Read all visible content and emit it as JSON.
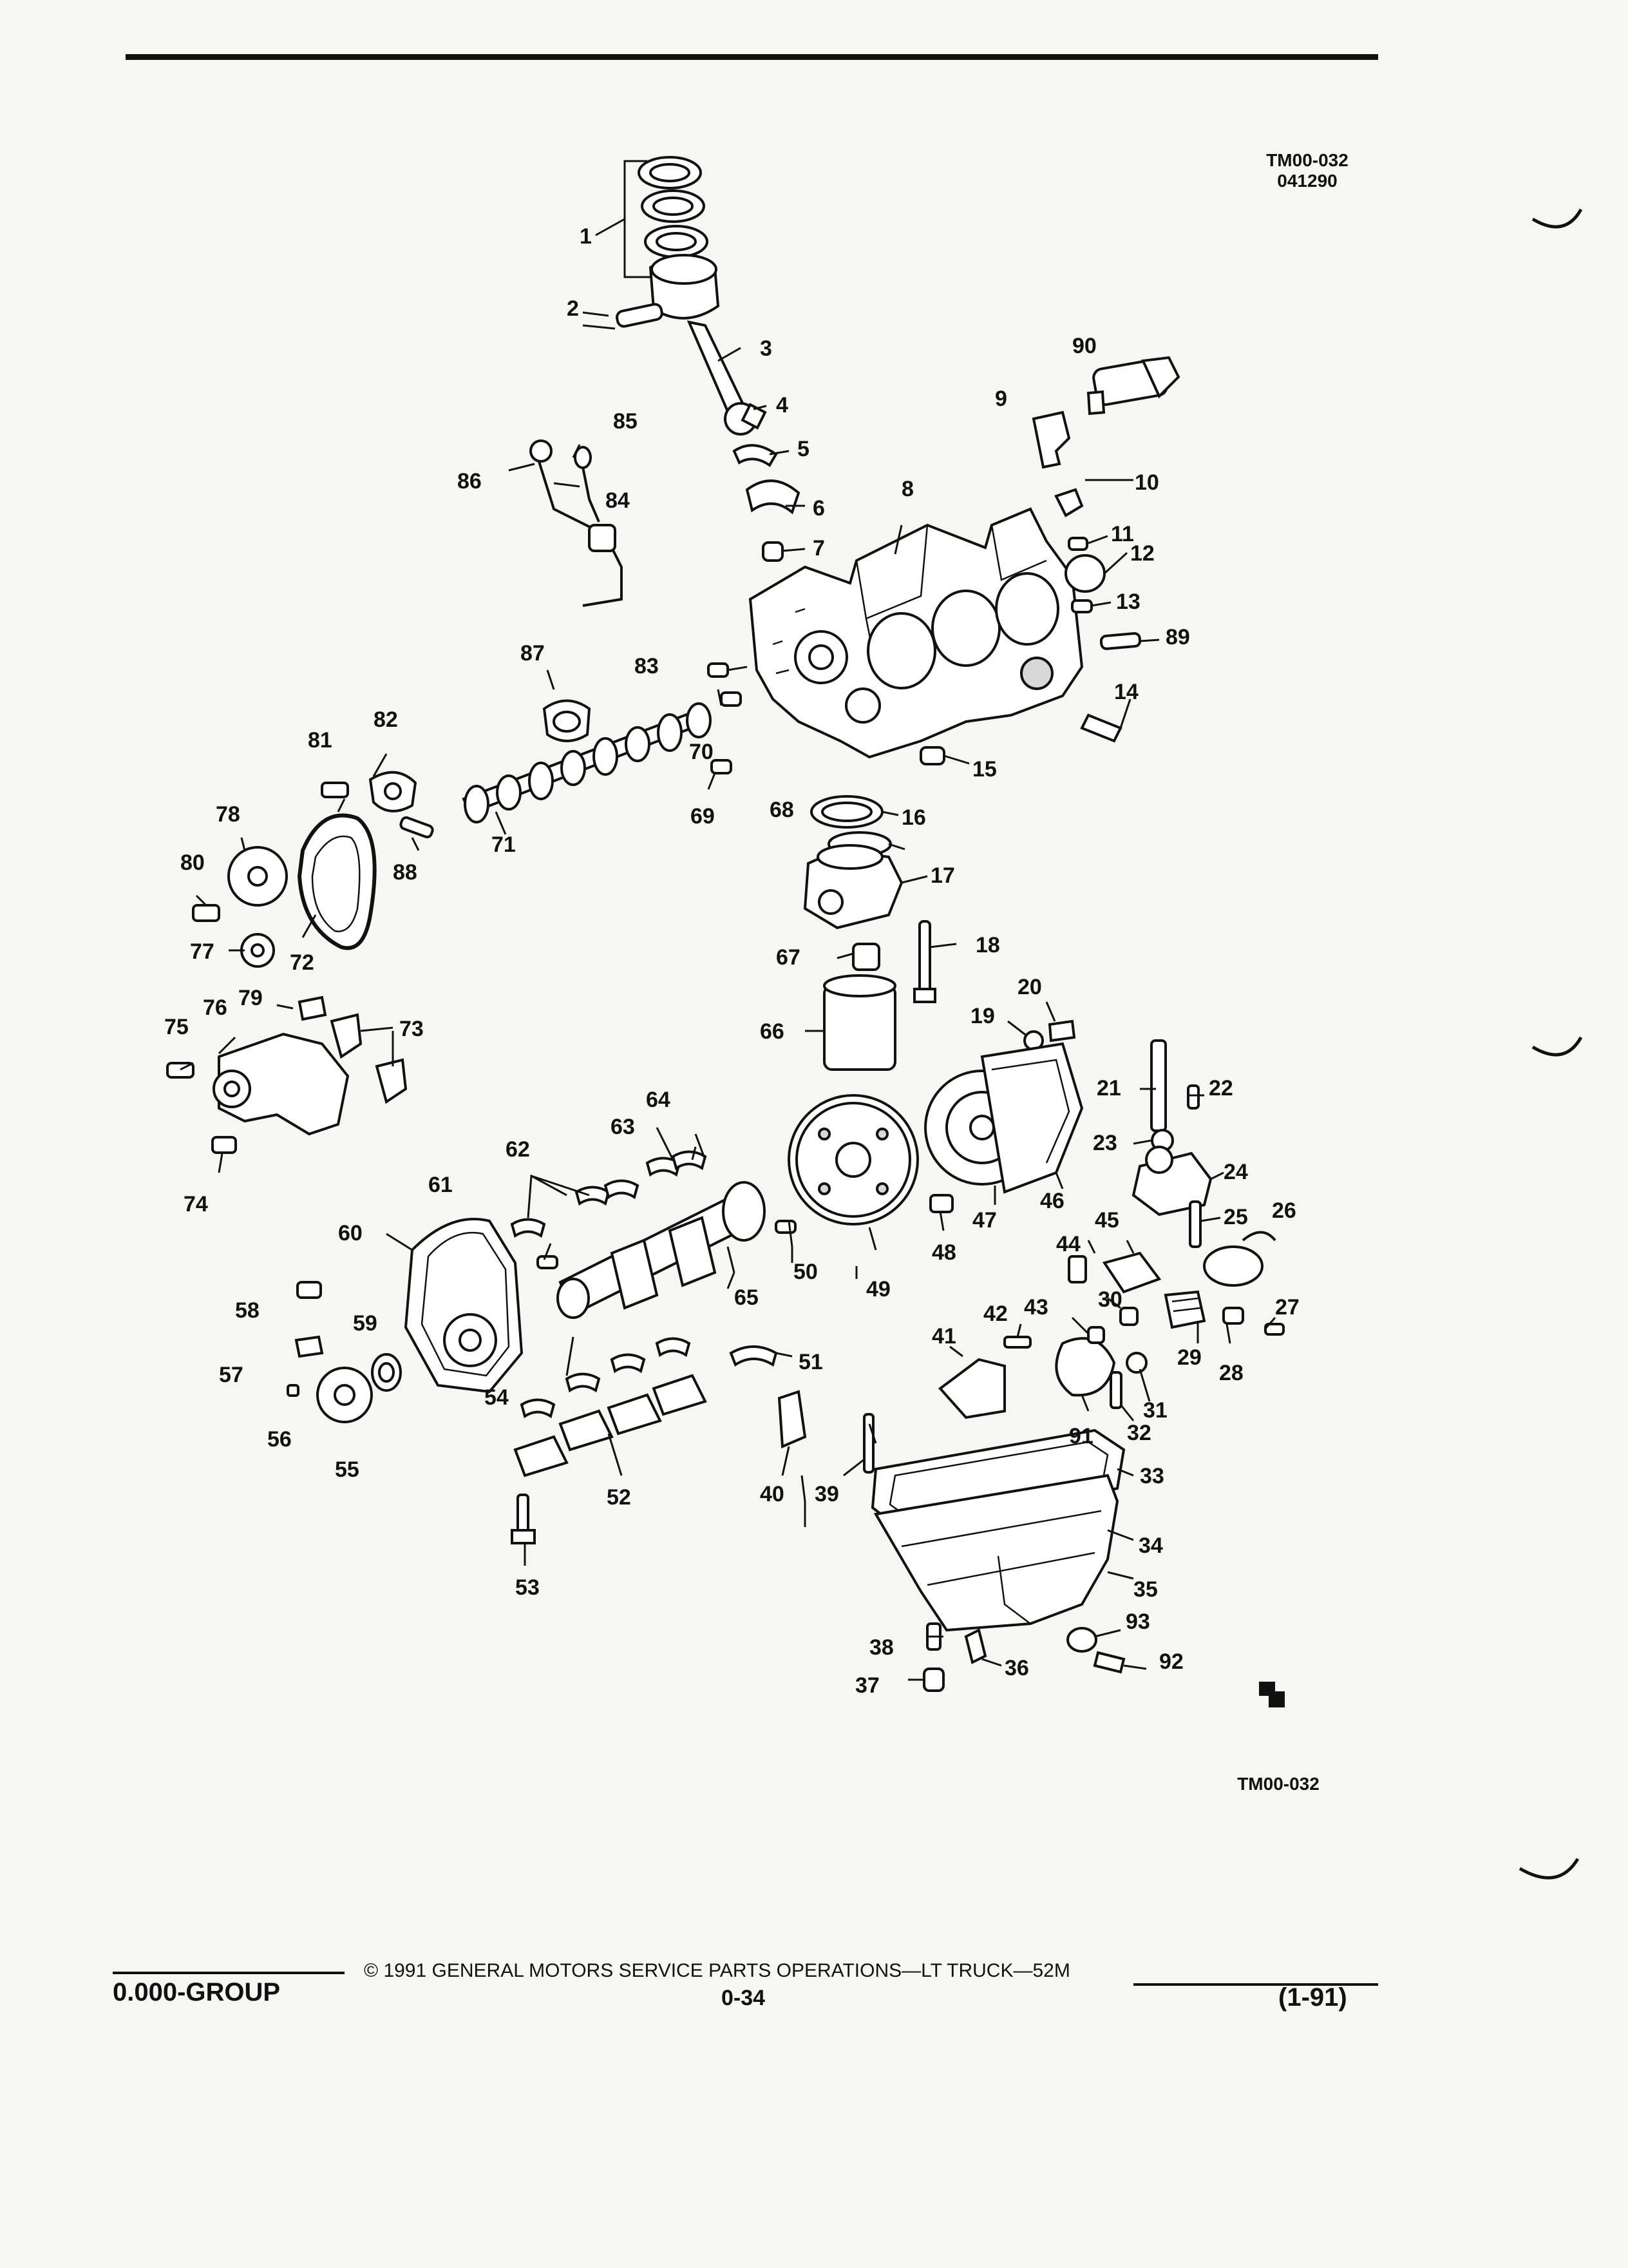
{
  "header": {
    "code_top": "TM00-032",
    "code_date": "041290"
  },
  "figure": {
    "code_bottom": "TM00-032",
    "callouts": [
      "1",
      "2",
      "3",
      "4",
      "5",
      "6",
      "7",
      "8",
      "9",
      "10",
      "11",
      "12",
      "13",
      "14",
      "15",
      "16",
      "17",
      "18",
      "19",
      "20",
      "21",
      "22",
      "23",
      "24",
      "25",
      "26",
      "27",
      "28",
      "29",
      "30",
      "31",
      "32",
      "33",
      "34",
      "35",
      "36",
      "37",
      "38",
      "39",
      "40",
      "41",
      "42",
      "43",
      "44",
      "45",
      "46",
      "47",
      "48",
      "49",
      "50",
      "51",
      "52",
      "53",
      "54",
      "55",
      "56",
      "57",
      "58",
      "59",
      "60",
      "61",
      "62",
      "63",
      "64",
      "65",
      "66",
      "67",
      "68",
      "69",
      "70",
      "71",
      "72",
      "73",
      "74",
      "75",
      "76",
      "77",
      "78",
      "79",
      "80",
      "81",
      "82",
      "83",
      "84",
      "85",
      "86",
      "87",
      "88",
      "89",
      "90",
      "91",
      "92",
      "93"
    ]
  },
  "footer": {
    "copyright": "© 1991  GENERAL MOTORS SERVICE PARTS OPERATIONS—LT TRUCK—52M",
    "page_number": "0-34",
    "group": "0.000-GROUP",
    "revision": "(1-91)"
  }
}
